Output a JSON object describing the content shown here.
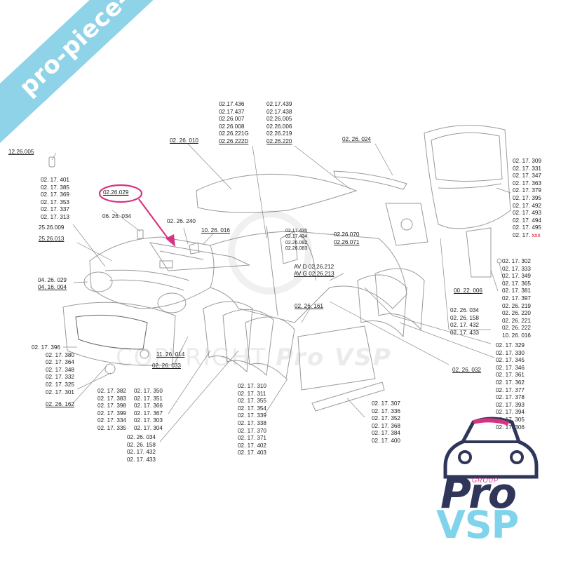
{
  "watermark_site": "pro-piece-vsp.com",
  "watermark_copyright": "COPYRIGHT",
  "watermark_brand": "Pro VSP",
  "logo": {
    "group": "GROUP",
    "pro": "Pro",
    "vsp": "VSP"
  },
  "colors": {
    "banner": "#8fd3e8",
    "highlight": "#d63384",
    "logo_dark": "#2f3659",
    "logo_light": "#7fd4ec",
    "xxx": "#d0021b"
  },
  "labels": {
    "l_12_26_005": "12.26.005",
    "l_02_26_029": "02.26.029",
    "l_06_26_034": "06. 26. 034",
    "l_02_26_240": "02. 26. 240",
    "l_10_26_016": "10. 26. 016",
    "l_02_26_010": "02. 26. 010",
    "l_02_26_024": "02. 26. 024",
    "l_02_26_070": "02.26.070",
    "l_02_26_071": "02.26.071",
    "l_avd": "AV D 02.26.212",
    "l_avg": "AV G 02.26.213",
    "l_02_26_161": "02. 26. 161",
    "l_00_22_006": "00. 22. 006",
    "l_02_26_032": "02. 26. 032",
    "l_11_26_014": "11. 26. 014",
    "l_02_26_033": "02. 26. 033",
    "l_02_26_162": "02. 26. 162",
    "l_25_26_009": "25.26.009",
    "l_25_26_013": "25.26.013",
    "l_04_26_029": "04. 26. 029",
    "l_04_16_004": "04. 16. 004"
  },
  "stacks": {
    "roof_left": [
      "02.17.436",
      "02.17.437",
      "02.26.007",
      "02.26.008",
      "02.26.221G",
      "02.26.222D"
    ],
    "roof_right": [
      "02.17.439",
      "02.17.438",
      "02.26.005",
      "02.26.006",
      "02.26.219",
      "02.26.220"
    ],
    "pillar": [
      "02.17.435",
      "02.17.434",
      "02.26.082",
      "02.26.083"
    ],
    "front_left": [
      "02. 17. 401",
      "02. 17. 385",
      "02. 17. 369",
      "02. 17. 353",
      "02. 17. 337",
      "02. 17. 313"
    ],
    "tailgate": [
      "02. 17. 309",
      "02. 17. 331",
      "02. 17. 347",
      "02. 17. 363",
      "02. 17. 379",
      "02. 17. 395",
      "02. 17. 492",
      "02. 17. 493",
      "02. 17. 494",
      "02. 17. 495"
    ],
    "tailgate_xxx_prefix": "02. 17. ",
    "tailgate_xxx": "xxx",
    "rear_quarter": [
      "02. 17. 302",
      "02. 17. 333",
      "02. 17. 349",
      "02. 17. 365",
      "02. 17. 381",
      "02. 17. 397",
      "02. 26. 219",
      "02. 26. 220",
      "02. 26. 221",
      "02. 26. 222",
      "10. 26. 016"
    ],
    "rear_wheel": [
      "02. 26. 034",
      "02. 26. 158",
      "02. 17. 432",
      "02. 17. 433"
    ],
    "right_side": [
      "02. 17. 329",
      "02. 17. 330",
      "02. 17. 345",
      "02. 17. 346",
      "02. 17. 361",
      "02. 17. 362",
      "02. 17. 377",
      "02. 17. 378",
      "02. 17. 393",
      "02. 17. 394",
      "02. 17. 305",
      "02. 17. 306"
    ],
    "bumper": [
      "02. 17. 396",
      "02. 17. 380",
      "02. 17. 364",
      "02. 17. 348",
      "02. 17. 332",
      "02. 17. 325",
      "02. 17. 301"
    ],
    "arch_a": [
      "02. 17. 382",
      "02. 17. 383",
      "02. 17. 398",
      "02. 17. 399",
      "02. 17. 334",
      "02. 17. 335"
    ],
    "arch_b": [
      "02. 17. 350",
      "02. 17. 351",
      "02. 17. 366",
      "02. 17. 367",
      "02. 17. 303",
      "02. 17. 304"
    ],
    "front_wheel": [
      "02. 26. 034",
      "02. 26. 158",
      "02. 17. 432",
      "02. 17. 433"
    ],
    "door": [
      "02. 17. 310",
      "02. 17. 311",
      "02. 17. 355",
      "02. 17. 354",
      "02. 17. 339",
      "02. 17. 338",
      "02. 17. 370",
      "02. 17. 371",
      "02. 17. 402",
      "02. 17. 403"
    ],
    "sill": [
      "02. 17. 307",
      "02. 17. 336",
      "02. 17. 352",
      "02. 17. 368",
      "02. 17. 384",
      "02. 17. 400"
    ]
  }
}
